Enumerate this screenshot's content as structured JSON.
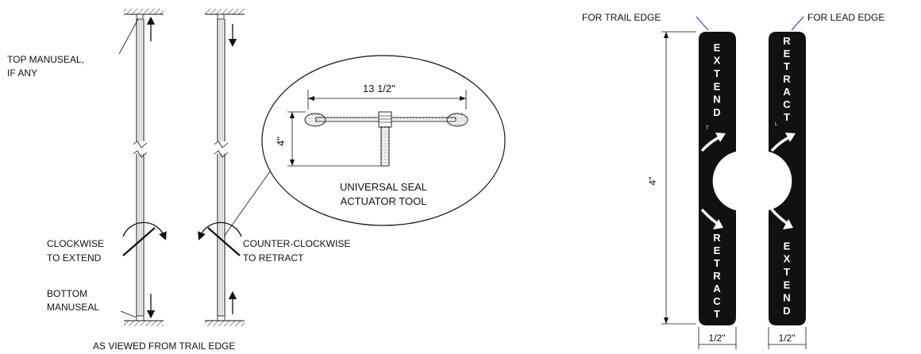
{
  "labels": {
    "top_manuseal_line1": "TOP MANUSEAL,",
    "top_manuseal_line2": "IF ANY",
    "clockwise_line1": "CLOCKWISE",
    "clockwise_line2": "TO EXTEND",
    "ccw_line1": "COUNTER-CLOCKWISE",
    "ccw_line2": "TO RETRACT",
    "bottom_manuseal_line1": "BOTTOM",
    "bottom_manuseal_line2": "MANUSEAL",
    "viewed_from": "AS VIEWED FROM TRAIL EDGE",
    "tool_width": "13 1/2\"",
    "tool_height": "4\"",
    "tool_name_line1": "UNIVERSAL SEAL",
    "tool_name_line2": "ACTUATOR TOOL",
    "for_trail_edge": "FOR TRAIL EDGE",
    "for_lead_edge": "FOR LEAD EDGE",
    "tag_height": "4\"",
    "tag_width_left": "1/2\"",
    "tag_width_right": "1/2\""
  },
  "tags": {
    "trail": {
      "top_word": "EXTEND",
      "bottom_word": "RETRACT",
      "marker": "T"
    },
    "lead": {
      "top_word": "RETRACT",
      "bottom_word": "EXTEND",
      "marker": "L"
    }
  }
}
